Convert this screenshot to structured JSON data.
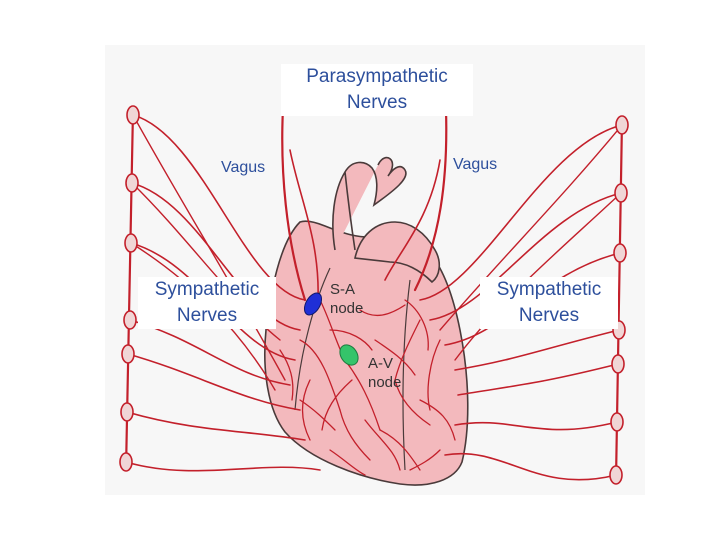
{
  "labels": {
    "parasympathetic_line1": "Parasympathetic",
    "parasympathetic_line2": "Nerves",
    "vagus_left": "Vagus",
    "vagus_right": "Vagus",
    "sympathetic_left_line1": "Sympathetic",
    "sympathetic_left_line2": "Nerves",
    "sympathetic_right_line1": "Sympathetic",
    "sympathetic_right_line2": "Nerves",
    "sa_line1": "S-A",
    "sa_line2": "node",
    "av_line1": "A-V",
    "av_line2": "node"
  },
  "colors": {
    "nerve": "#c3202b",
    "heart_fill": "#f3b9bd",
    "heart_outline": "#4a3a3a",
    "label_text": "#2d4f9c",
    "sa_node": "#1f2fd6",
    "av_node": "#35c46a",
    "ganglion_fill": "#f0d6d6"
  }
}
